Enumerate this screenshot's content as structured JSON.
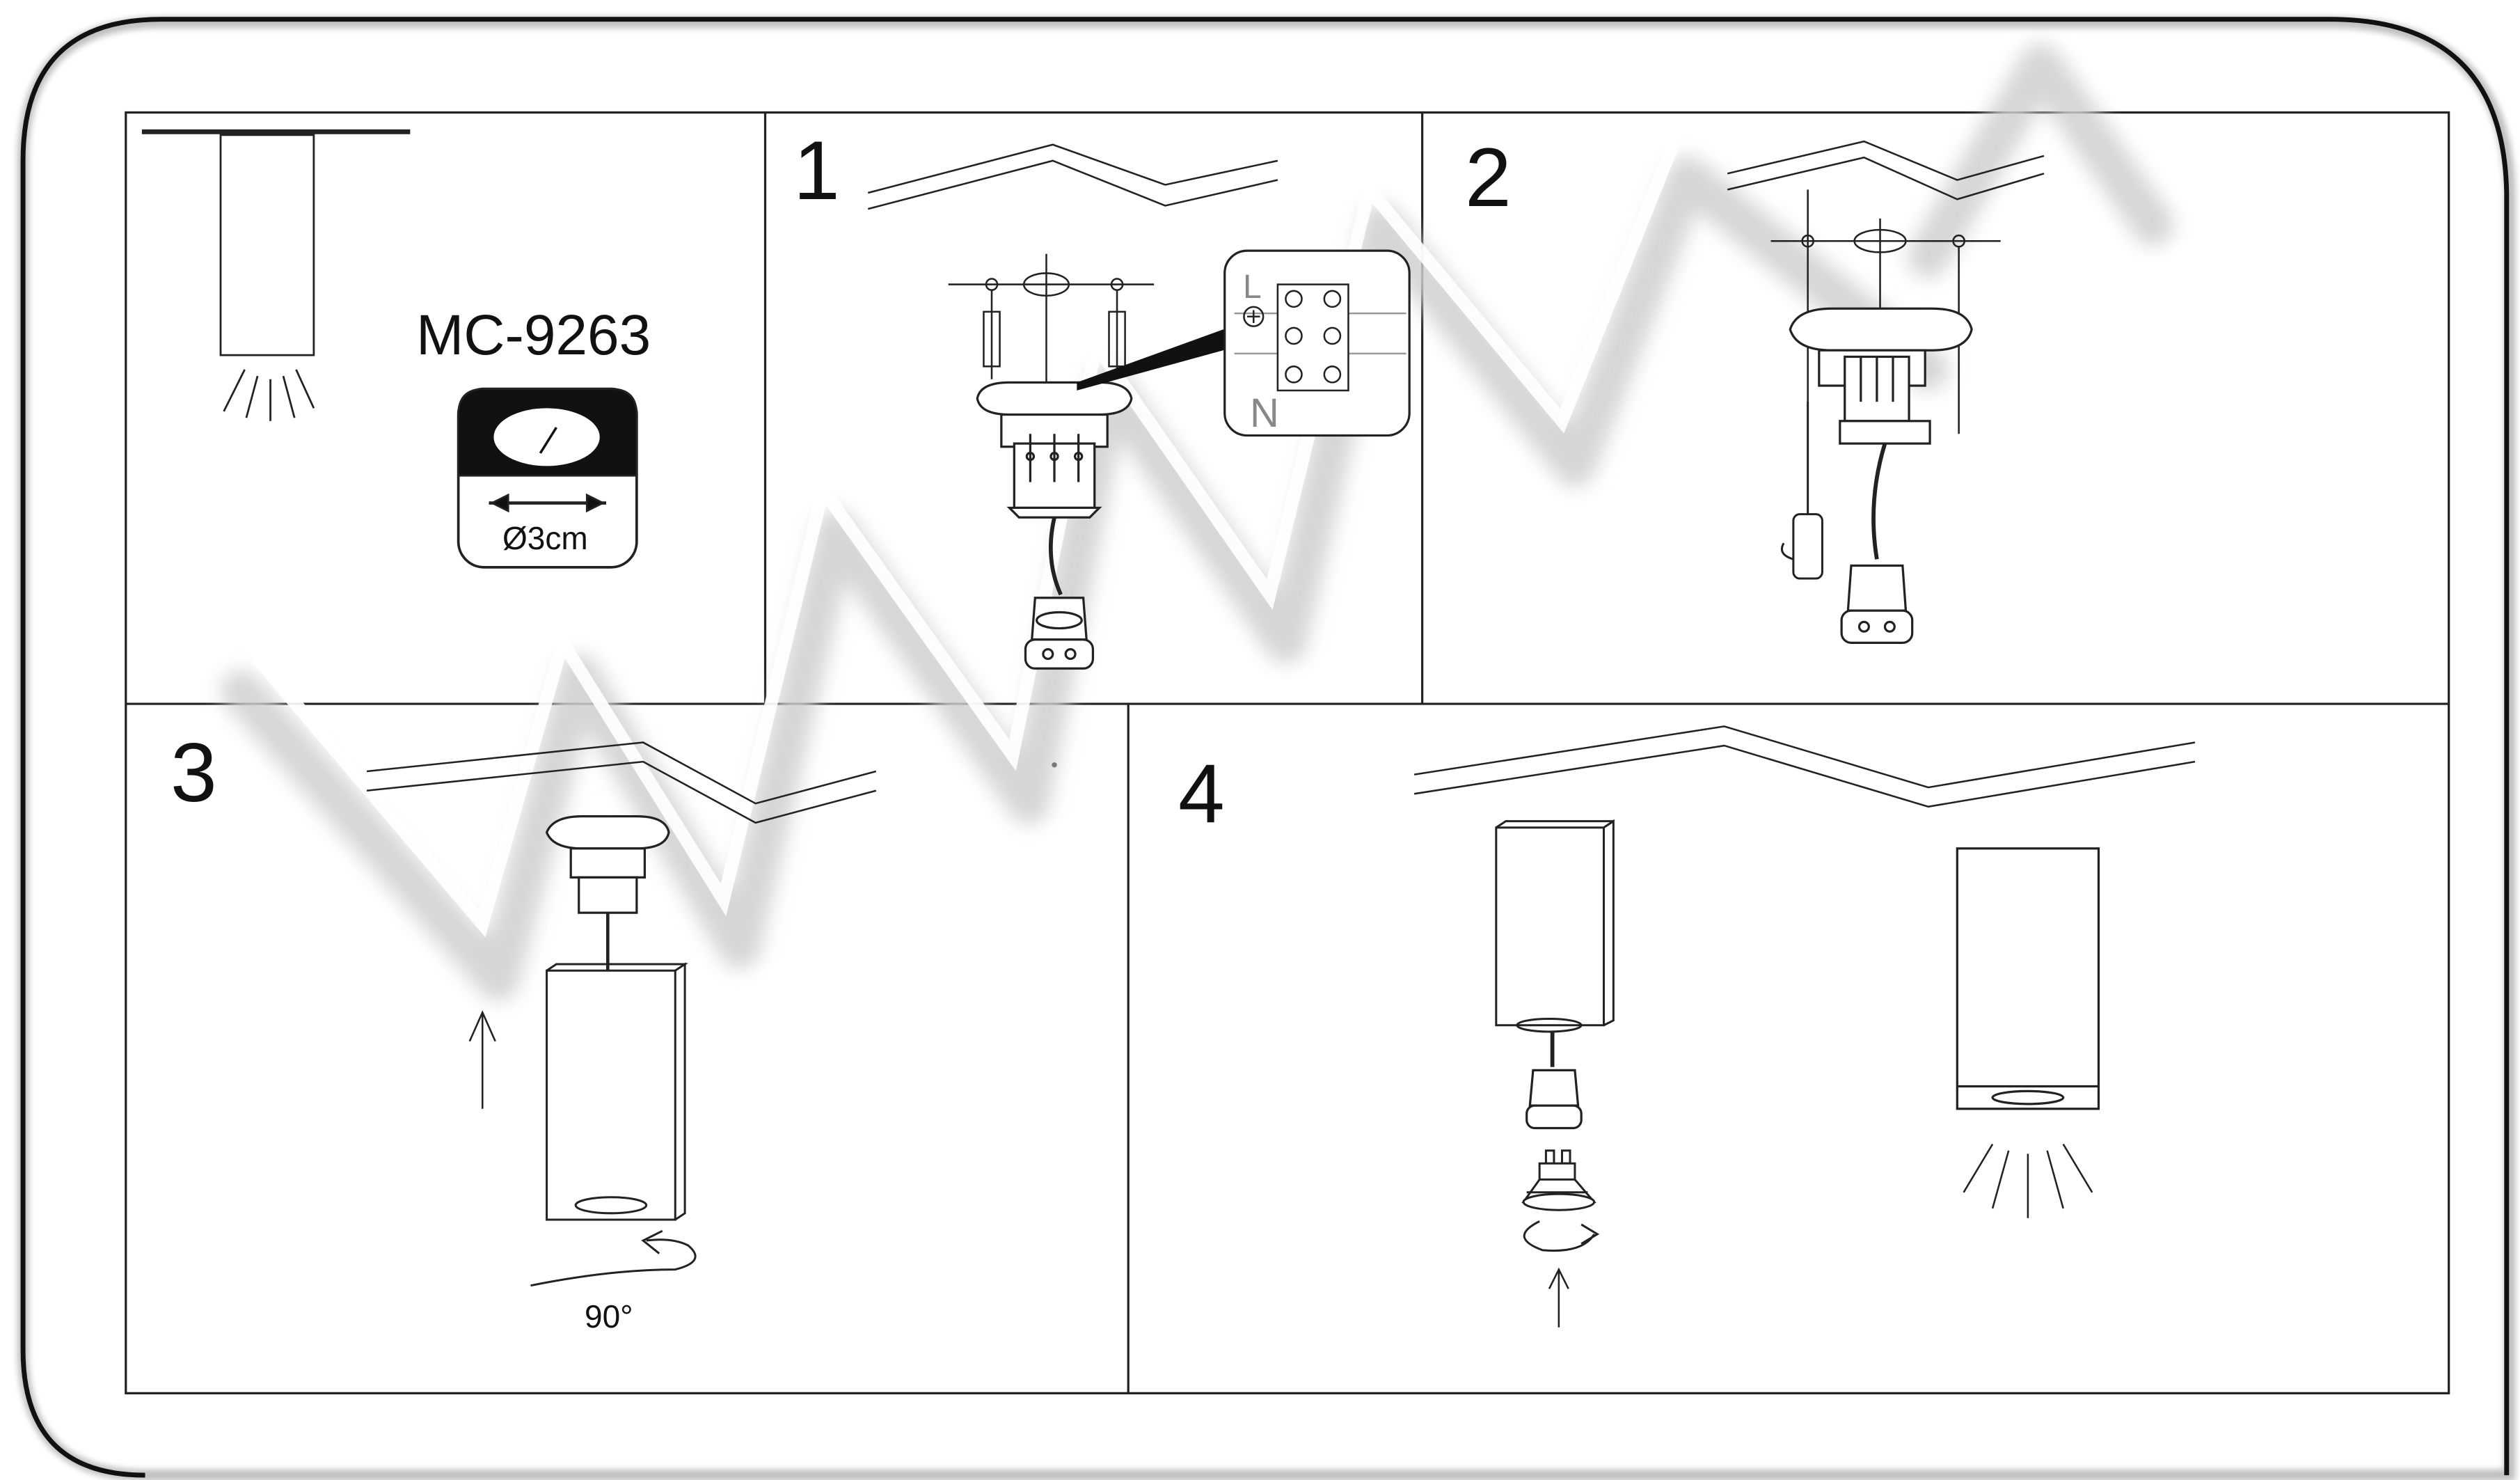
{
  "model": "MC-9263",
  "hole_diameter": "Ø3cm",
  "steps": [
    "1",
    "2",
    "3",
    "4"
  ],
  "rotation": "90°",
  "terminal_labels": [
    "L",
    "N"
  ],
  "colors": {
    "line": "#222222",
    "background": "#ffffff",
    "watermark": "#cfcfcf"
  }
}
